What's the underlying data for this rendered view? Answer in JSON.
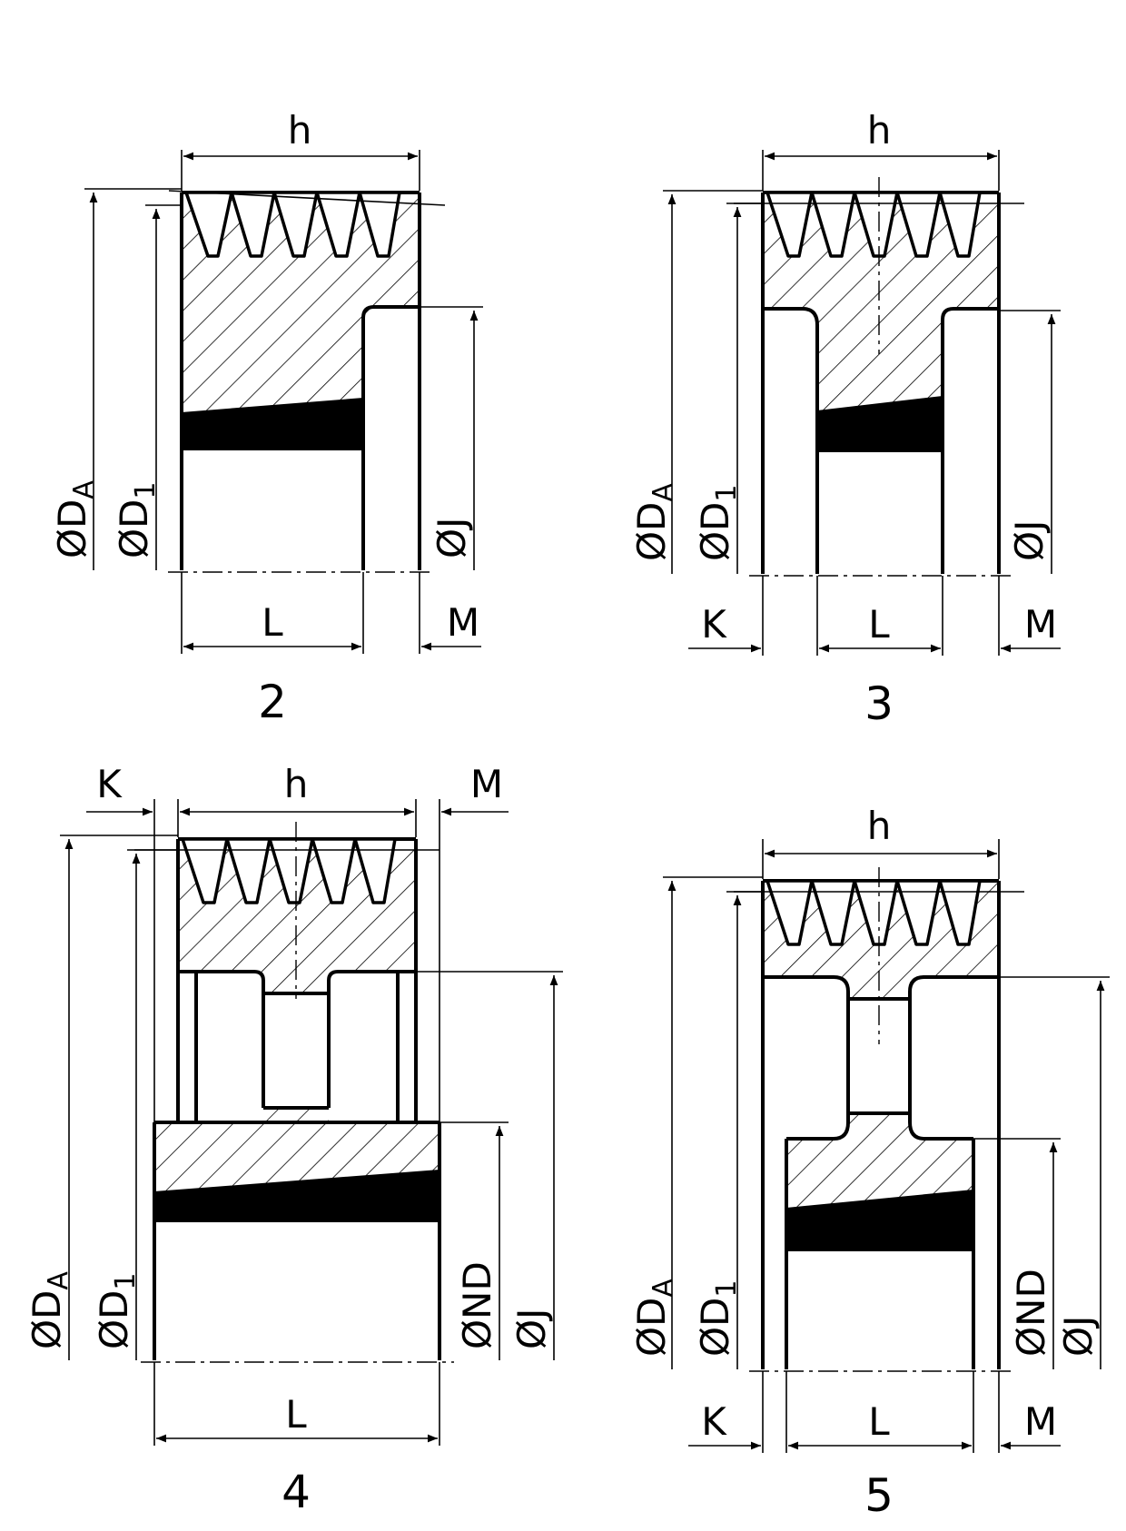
{
  "labels": {
    "h": "h",
    "L": "L",
    "M": "M",
    "K": "K",
    "DA_base": "ØD",
    "DA_sub": "A",
    "D1_base": "ØD",
    "D1_sub": "1",
    "J": "ØJ",
    "ND": "ØND"
  },
  "figures": [
    {
      "number": "2"
    },
    {
      "number": "3"
    },
    {
      "number": "4"
    },
    {
      "number": "5"
    }
  ],
  "colors": {
    "line": "#000000",
    "background": "#ffffff"
  }
}
